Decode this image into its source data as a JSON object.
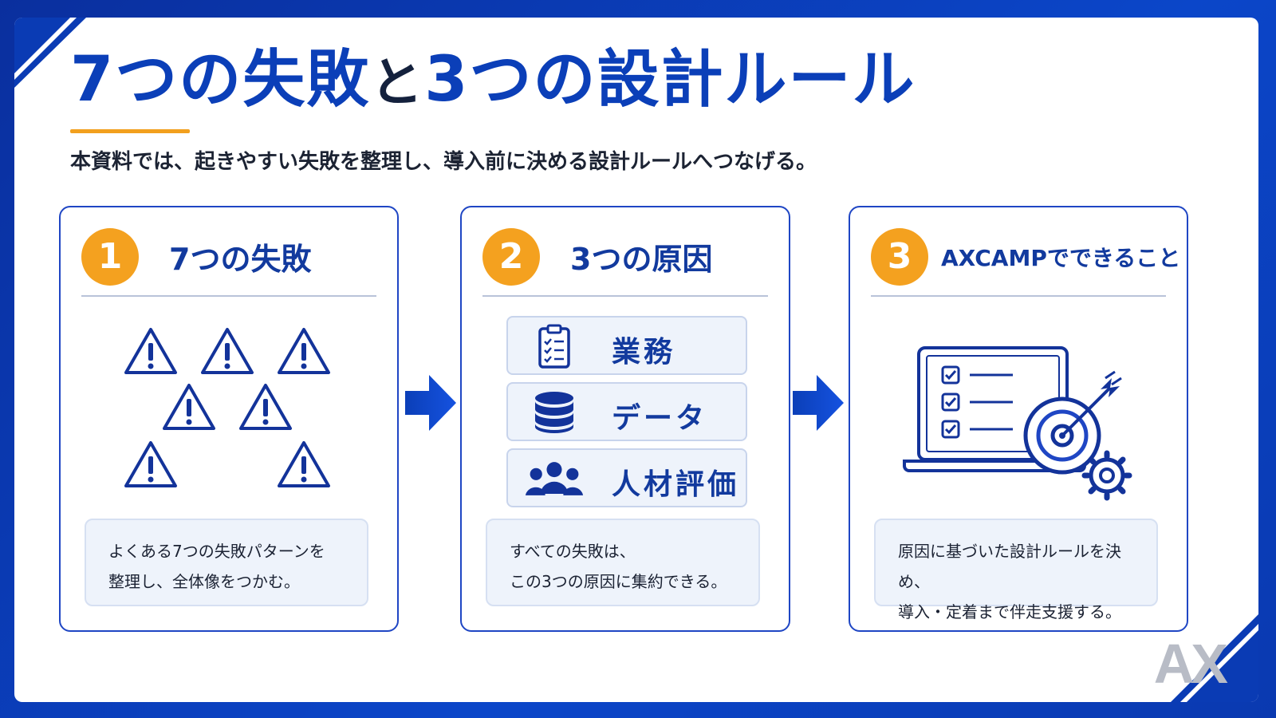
{
  "title": {
    "part1": "7つの失敗",
    "connector": "と",
    "part2": "3つの設計ルール"
  },
  "subtitle": "本資料では、起きやすい失敗を整理し、導入前に決める設計ルールへつなげる。",
  "colors": {
    "brand_blue": "#0b3fb8",
    "accent_orange": "#f4a11f",
    "card_border": "#1f46c4",
    "desc_bg": "#eef3fb"
  },
  "cards": [
    {
      "number": "1",
      "title": "7つの失敗",
      "icon": "warning-icon",
      "warning_count": 7,
      "desc_line1": "よくある7つの失敗パターンを",
      "desc_line2": "整理し、全体像をつかむ。"
    },
    {
      "number": "2",
      "title": "3つの原因",
      "causes": [
        {
          "label": "業務",
          "icon": "clipboard-checklist-icon"
        },
        {
          "label": "データ",
          "icon": "database-icon"
        },
        {
          "label": "人材評価",
          "icon": "people-group-icon"
        }
      ],
      "desc_line1": "すべての失敗は、",
      "desc_line2": "この3つの原因に集約できる。"
    },
    {
      "number": "3",
      "title": "AXCAMPでできること",
      "icon": "laptop-checklist-target-gear-icon",
      "desc_line1": "原因に基づいた設計ルールを決め、",
      "desc_line2": "導入・定着まで伴走支援する。"
    }
  ],
  "watermark": "AX"
}
